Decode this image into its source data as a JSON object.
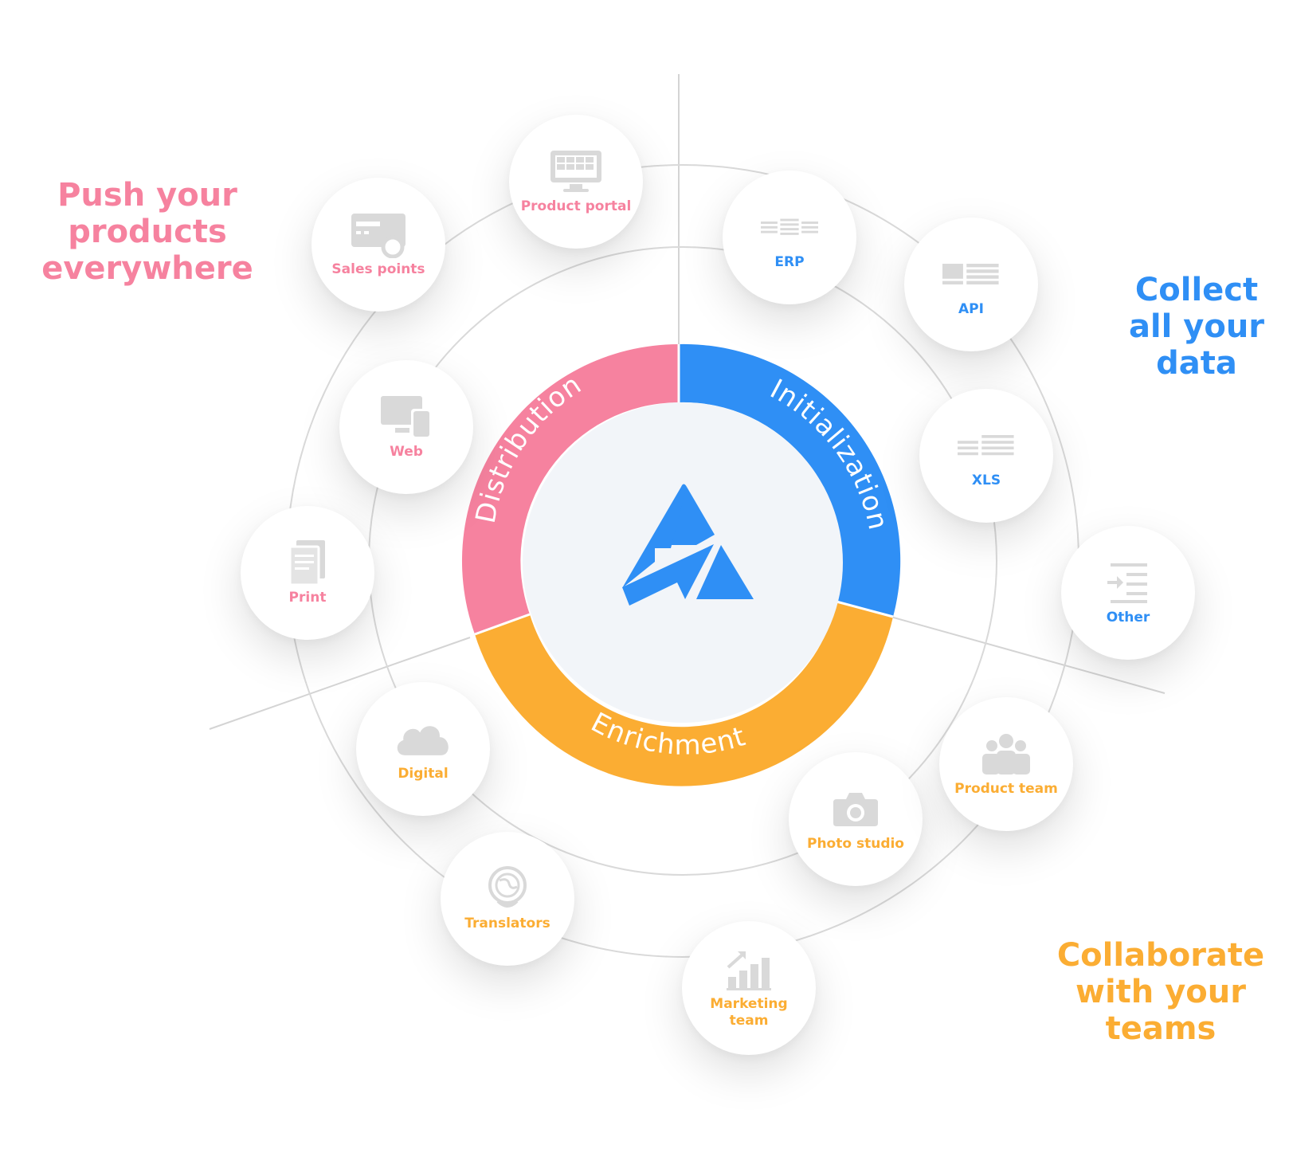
{
  "headlines": {
    "distribute": [
      "Push your products",
      "everywhere"
    ],
    "collect": [
      "Collect",
      "all your data"
    ],
    "collaborate": [
      "Collaborate",
      "with your teams"
    ]
  },
  "ring": {
    "distribution": "Distribution",
    "initialization": "Initialization",
    "enrichment": "Enrichment"
  },
  "colors": {
    "distribution": "#f6829f",
    "initialization": "#2f8ff5",
    "enrichment": "#fbad33",
    "center": "#f2f5f9",
    "icon": "#d9d9d9"
  },
  "nodes": {
    "product_portal": "Product portal",
    "sales_points": "Sales points",
    "web": "Web",
    "print": "Print",
    "erp": "ERP",
    "api": "API",
    "xls": "XLS",
    "other": "Other",
    "digital": "Digital",
    "translators": "Translators",
    "marketing_team": "Marketing team",
    "photo_studio": "Photo studio",
    "product_team": "Product team"
  },
  "icons": {
    "product_portal": "monitor-grid-icon",
    "sales_points": "card-reader-icon",
    "web": "devices-icon",
    "print": "documents-icon",
    "erp": "table-icon",
    "api": "api-icon",
    "xls": "spreadsheet-icon",
    "other": "import-list-icon",
    "digital": "cloud-icon",
    "translators": "globe-icon",
    "marketing_team": "growth-chart-icon",
    "photo_studio": "camera-icon",
    "product_team": "people-icon"
  }
}
